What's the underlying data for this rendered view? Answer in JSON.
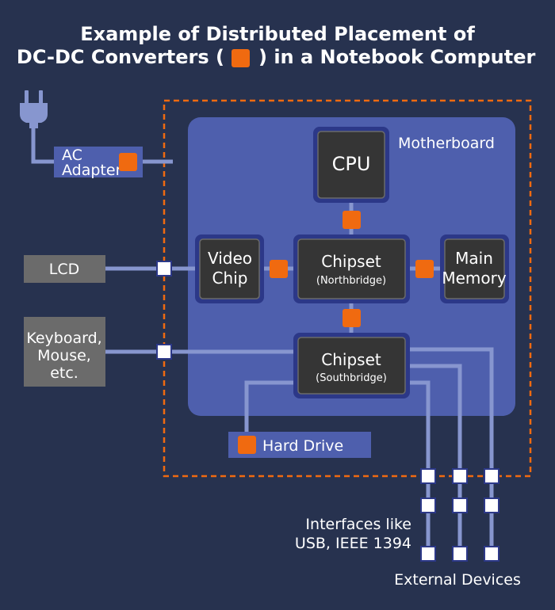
{
  "title": {
    "line1": "Example of Distributed Placement of",
    "line2_pre": "DC-DC Converters (",
    "line2_post": ") in a Notebook Computer"
  },
  "labels": {
    "motherboard": "Motherboard",
    "cpu": "CPU",
    "video_chip": [
      "Video",
      "Chip"
    ],
    "northbridge": {
      "name": "Chipset",
      "sub": "(Northbridge)"
    },
    "main_memory": [
      "Main",
      "Memory"
    ],
    "southbridge": {
      "name": "Chipset",
      "sub": "(Southbridge)"
    },
    "ac_adapter": [
      "AC",
      "Adapter"
    ],
    "lcd": "LCD",
    "keyboard": [
      "Keyboard,",
      "Mouse,",
      "etc."
    ],
    "hard_drive": "Hard Drive",
    "interfaces": [
      "Interfaces like",
      "USB, IEEE 1394"
    ],
    "external_devices": "External Devices"
  },
  "colors": {
    "background": "#27324f",
    "motherboard": "#4e5fad",
    "chip_frame": "#2c3888",
    "chip_fill": "#353535",
    "wire": "#8796cf",
    "converter": "#f06a10",
    "connector": "#ffffff",
    "gray_box": "#6b6b6b",
    "boundary": "#f06a10"
  }
}
